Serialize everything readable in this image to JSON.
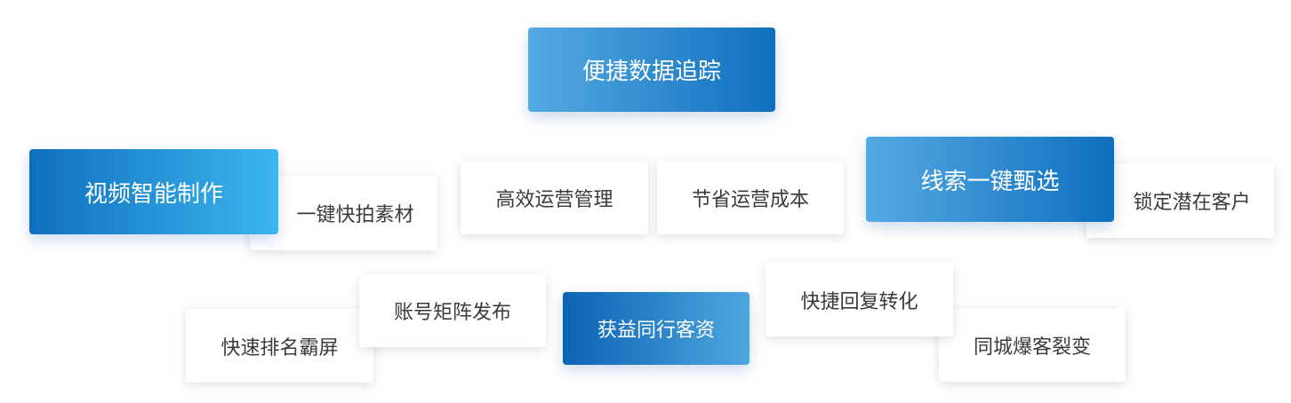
{
  "tags": [
    {
      "label": "便捷数据追踪",
      "style": "blue"
    },
    {
      "label": "视频智能制作",
      "style": "blue"
    },
    {
      "label": "一键快拍素材",
      "style": "white"
    },
    {
      "label": "高效运营管理",
      "style": "white"
    },
    {
      "label": "节省运营成本",
      "style": "white"
    },
    {
      "label": "线索一键甄选",
      "style": "blue"
    },
    {
      "label": "锁定潜在客户",
      "style": "white"
    },
    {
      "label": "账号矩阵发布",
      "style": "white"
    },
    {
      "label": "快速排名霸屏",
      "style": "white"
    },
    {
      "label": "获益同行客资",
      "style": "blue"
    },
    {
      "label": "快捷回复转化",
      "style": "white"
    },
    {
      "label": "同城爆客裂变",
      "style": "white"
    }
  ],
  "colors": {
    "blue_dark": "#0f6fbf",
    "blue_light": "#55aae2",
    "text_dark": "#3a3a3a",
    "text_light": "#ffffff"
  }
}
